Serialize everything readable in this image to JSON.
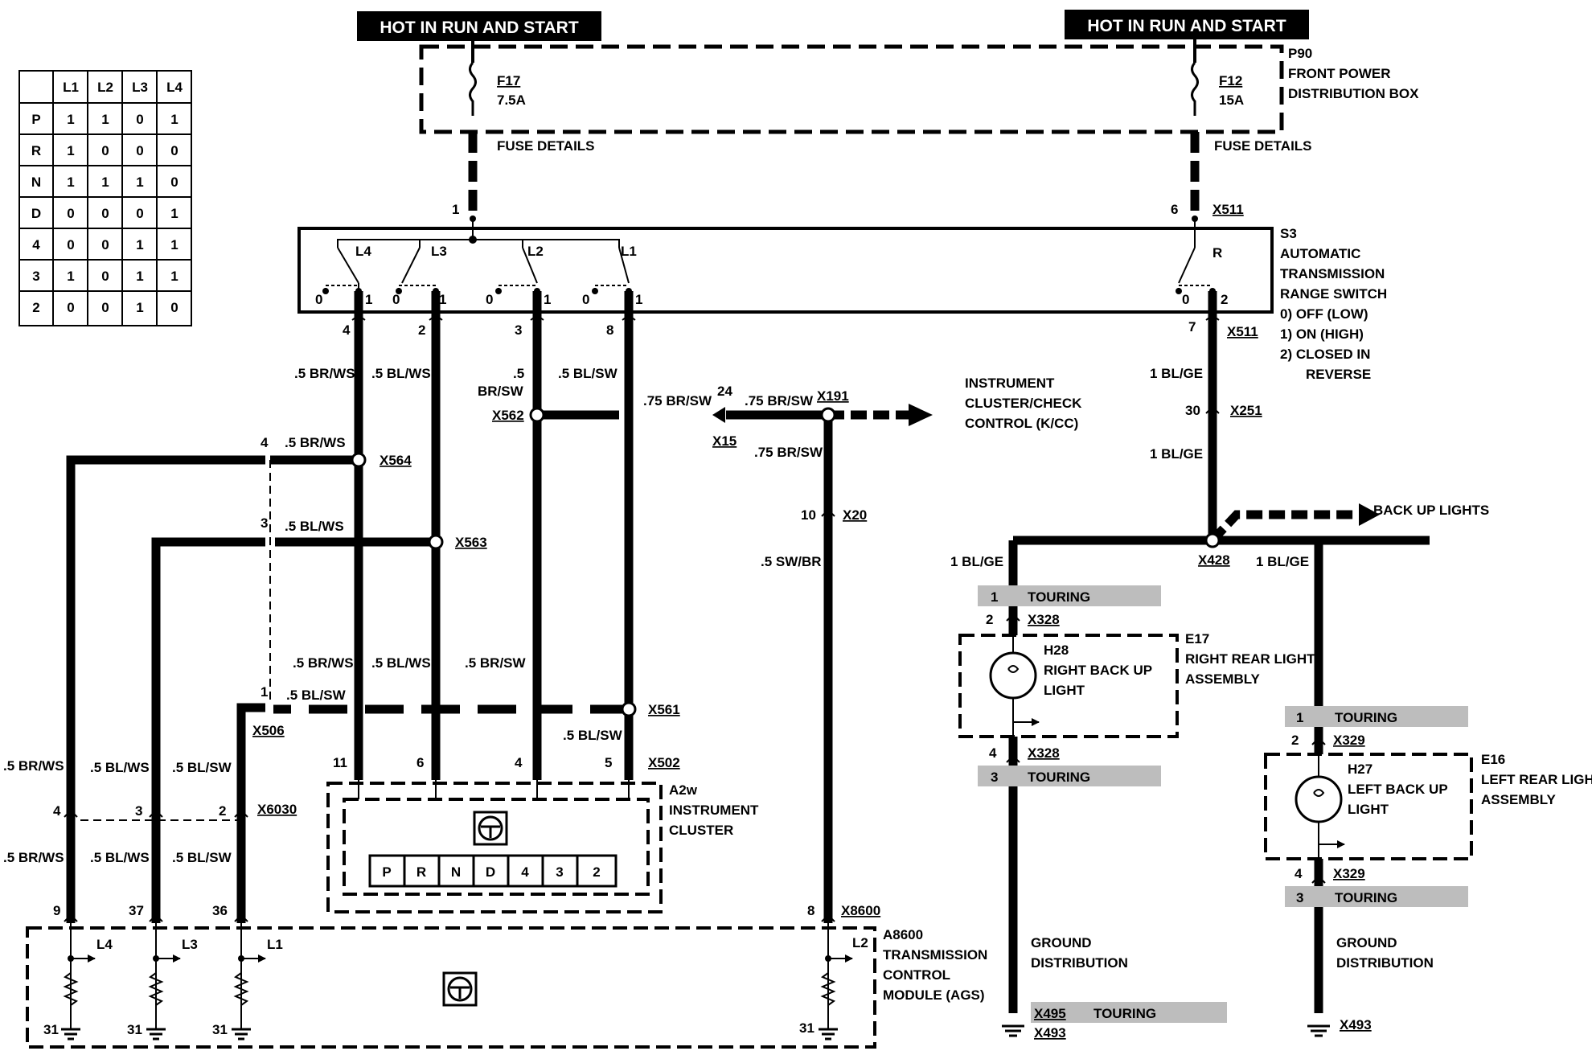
{
  "banners": {
    "left": "HOT IN RUN AND START",
    "right": "HOT IN RUN AND START"
  },
  "truth_table": {
    "columns": [
      "",
      "L1",
      "L2",
      "L3",
      "L4"
    ],
    "rows": [
      [
        "P",
        "1",
        "1",
        "0",
        "1"
      ],
      [
        "R",
        "1",
        "0",
        "0",
        "0"
      ],
      [
        "N",
        "1",
        "1",
        "1",
        "0"
      ],
      [
        "D",
        "0",
        "0",
        "0",
        "1"
      ],
      [
        "4",
        "0",
        "0",
        "1",
        "1"
      ],
      [
        "3",
        "1",
        "0",
        "1",
        "1"
      ],
      [
        "2",
        "0",
        "0",
        "1",
        "0"
      ]
    ]
  },
  "fuse_box": {
    "id": "P90",
    "name_line1": "FRONT POWER",
    "name_line2": "DISTRIBUTION BOX",
    "fuse1_id": "F17",
    "fuse1_rating": "7.5A",
    "fuse2_id": "F12",
    "fuse2_rating": "15A",
    "details_left": "FUSE DETAILS",
    "details_right": "FUSE DETAILS"
  },
  "range_switch": {
    "id": "S3",
    "name_line1": "AUTOMATIC",
    "name_line2": "TRANSMISSION",
    "name_line3": "RANGE SWITCH",
    "legend0": "0)   OFF (LOW)",
    "legend1": "1)   ON (HIGH)",
    "legend2a": "2)   CLOSED IN",
    "legend2b": "REVERSE",
    "contacts": [
      "L4",
      "L3",
      "L2",
      "L1",
      "R"
    ],
    "pos0": "0",
    "pos1": "1",
    "pos2": "2",
    "in_pin_left": "1",
    "in_pin_right": "6",
    "in_conn": "X511",
    "out_pins": [
      "4",
      "2",
      "3",
      "8",
      "7"
    ],
    "out_conn": "X511"
  },
  "wires": {
    "br_ws_05": ".5 BR/WS",
    "bl_ws_05": ".5 BL/WS",
    "br_sw_05a": ".5",
    "br_sw_05b": "BR/SW",
    "br_sw_05": ".5 BR/SW",
    "bl_sw_05": ".5 BL/SW",
    "br_sw_075": ".75 BR/SW",
    "sw_br_05": ".5 SW/BR",
    "bl_ge_1": "1 BL/GE"
  },
  "connectors": {
    "x562": "X562",
    "x564": "X564",
    "x563": "X563",
    "x561": "X561",
    "x506": "X506",
    "x502": "X502",
    "x6030": "X6030",
    "x8600": "X8600",
    "x191": "X191",
    "x15": "X15",
    "x20": "X20",
    "x251": "X251",
    "x428": "X428",
    "x328": "X328",
    "x329": "X329",
    "x495": "X495",
    "x493": "X493"
  },
  "pins": {
    "p24": "24",
    "p10": "10",
    "p30": "30",
    "p4": "4",
    "p3": "3",
    "p1": "1",
    "p2": "2",
    "p11": "11",
    "p6": "6",
    "p5": "5",
    "p9": "9",
    "p37": "37",
    "p36": "36",
    "p8": "8",
    "p31": "31"
  },
  "kcc": {
    "line1": "INSTRUMENT",
    "line2": "CLUSTER/CHECK",
    "line3": "CONTROL (K/CC)"
  },
  "instrument_cluster": {
    "id": "A2w",
    "line1": "INSTRUMENT",
    "line2": "CLUSTER",
    "gear_display": [
      "P",
      "R",
      "N",
      "D",
      "4",
      "3",
      "2"
    ]
  },
  "tcm": {
    "id": "A8600",
    "line1": "TRANSMISSION",
    "line2": "CONTROL",
    "line3": "MODULE (AGS)",
    "inputs": [
      "L4",
      "L3",
      "L1",
      "L2"
    ]
  },
  "back_up_lights": "BACK UP LIGHTS",
  "touring": "TOURING",
  "right_light": {
    "id": "E17",
    "bulb": "H28",
    "bulb_line1": "RIGHT BACK UP",
    "bulb_line2": "LIGHT",
    "line1": "RIGHT REAR LIGHT",
    "line2": "ASSEMBLY"
  },
  "left_light": {
    "id": "E16",
    "bulb": "H27",
    "bulb_line1": "LEFT BACK UP",
    "bulb_line2": "LIGHT",
    "line1": "LEFT REAR LIGHT",
    "line2": "ASSEMBLY"
  },
  "ground": {
    "line1": "GROUND",
    "line2": "DISTRIBUTION"
  }
}
